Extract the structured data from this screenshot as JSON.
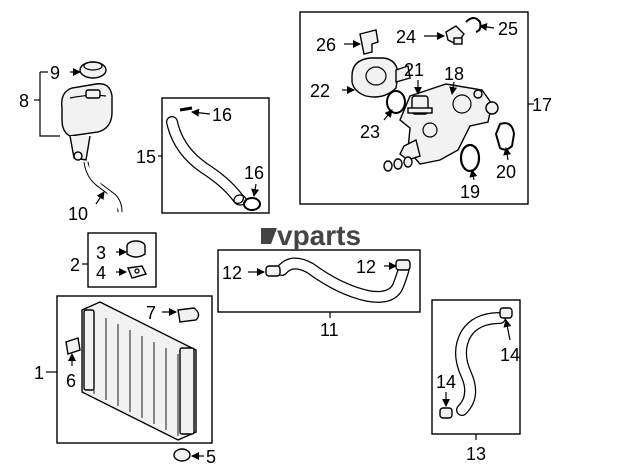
{
  "logo": "vparts",
  "callouts": {
    "c1": "1",
    "c2": "2",
    "c3": "3",
    "c4": "4",
    "c5": "5",
    "c6": "6",
    "c7": "7",
    "c8": "8",
    "c9": "9",
    "c10": "10",
    "c11": "11",
    "c12a": "12",
    "c12b": "12",
    "c13": "13",
    "c14a": "14",
    "c14b": "14",
    "c15": "15",
    "c16a": "16",
    "c16b": "16",
    "c17": "17",
    "c18": "18",
    "c19": "19",
    "c20": "20",
    "c21": "21",
    "c22": "22",
    "c23": "23",
    "c24": "24",
    "c25": "25",
    "c26": "26"
  }
}
